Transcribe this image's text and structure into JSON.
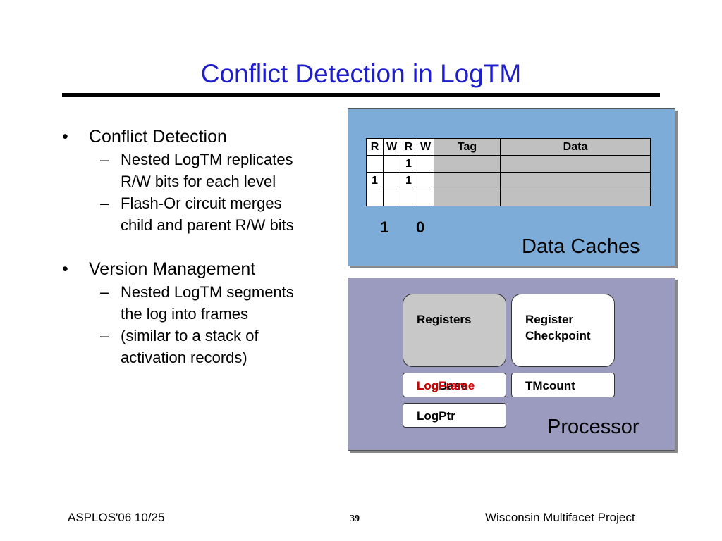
{
  "slide": {
    "title": "Conflict Detection in LogTM",
    "bullets": [
      {
        "text": "Conflict Detection",
        "subitems": [
          [
            "Nested LogTM replicates",
            "R/W bits for each level"
          ],
          [
            "Flash-Or circuit merges",
            "child and parent R/W bits"
          ]
        ]
      },
      {
        "text": "Version Management",
        "subitems": [
          [
            "Nested LogTM segments",
            "the log into frames"
          ],
          [
            "(similar to a stack of",
            "activation records)"
          ]
        ]
      }
    ],
    "bullet_symbol": "•",
    "sub_symbol": "–"
  },
  "cache": {
    "label": "Data Caches",
    "headers": [
      "R",
      "W",
      "R",
      "W",
      "Tag",
      "Data"
    ],
    "rows": [
      [
        "",
        "",
        "1",
        "",
        "",
        ""
      ],
      [
        "1",
        "",
        "1",
        "",
        "",
        ""
      ],
      [
        "",
        "",
        "",
        "",
        "",
        ""
      ]
    ],
    "flash_or": [
      "1",
      "0"
    ],
    "colors": {
      "box": "#7eacd8",
      "cell": "#c0c0c0"
    }
  },
  "processor": {
    "label": "Processor",
    "registers": "Registers",
    "checkpoint": [
      "Register",
      "Checkpoint"
    ],
    "logframe": "LogFrame",
    "logbase": "LogBase",
    "tmcount": "TMcount",
    "logptr": "LogPtr",
    "colors": {
      "box": "#9b9bbf",
      "overlap_text": "#d40000"
    }
  },
  "footer": {
    "left": "ASPLOS'06 10/25",
    "page": "39",
    "right": "Wisconsin Multifacet Project"
  }
}
